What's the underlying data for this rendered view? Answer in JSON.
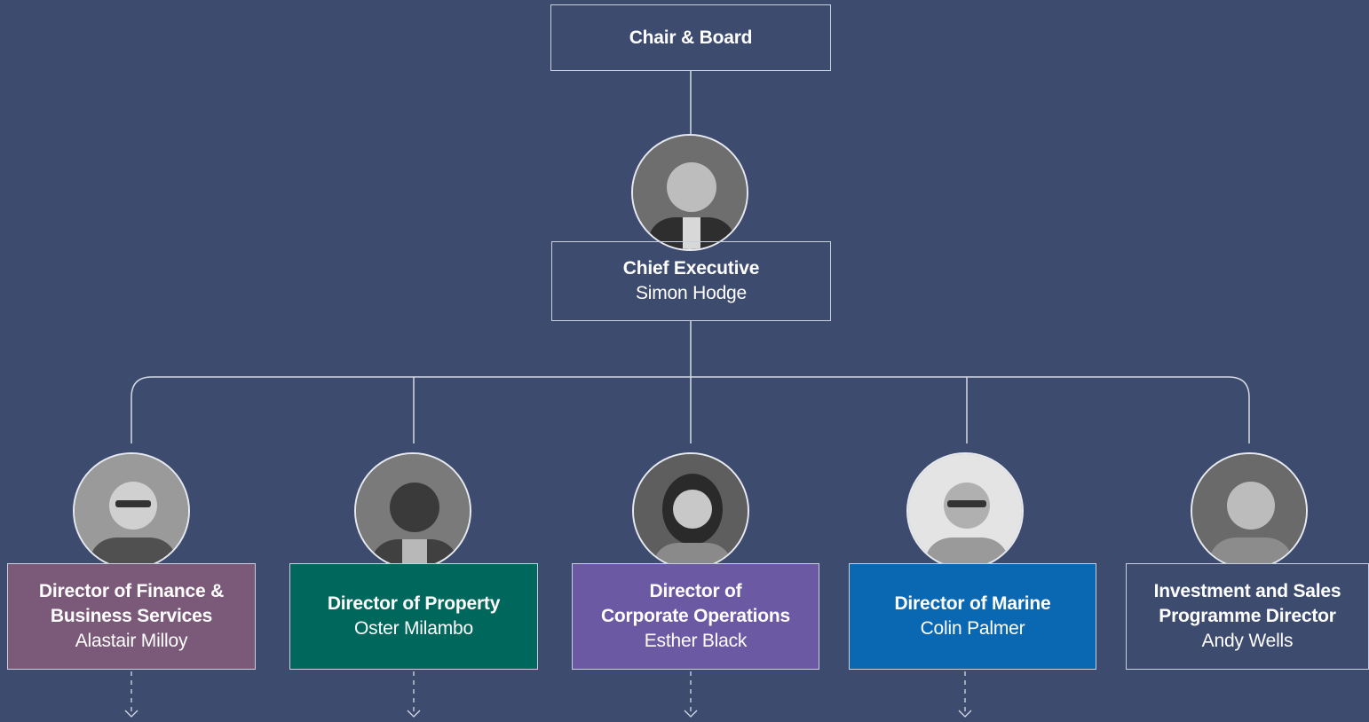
{
  "board": {
    "title": "Chair & Board"
  },
  "chief": {
    "title": "Chief Executive",
    "name": "Simon Hodge",
    "avatar_icon": "portrait-icon"
  },
  "directors": [
    {
      "key": "finance",
      "title_lines": [
        "Director of Finance &",
        "Business Services"
      ],
      "name": "Alastair Milloy",
      "color": "#7a5a78",
      "avatar_icon": "portrait-icon"
    },
    {
      "key": "property",
      "title_lines": [
        "Director of Property"
      ],
      "name": "Oster Milambo",
      "color": "#00675c",
      "avatar_icon": "portrait-icon"
    },
    {
      "key": "corporate-operations",
      "title_lines": [
        "Director of",
        "Corporate Operations"
      ],
      "name": "Esther Black",
      "color": "#6b59a3",
      "avatar_icon": "portrait-icon"
    },
    {
      "key": "marine",
      "title_lines": [
        "Director of Marine"
      ],
      "name": "Colin Palmer",
      "color": "#0a68b3",
      "avatar_icon": "portrait-icon"
    },
    {
      "key": "investment-sales",
      "title_lines": [
        "Investment and Sales",
        "Programme Director"
      ],
      "name": "Andy Wells",
      "color": "#3d4b6e",
      "avatar_icon": "portrait-icon"
    }
  ],
  "colors": {
    "background": "#3d4b6e",
    "line": "#d6dbe6",
    "box_border": "#c9cfdc"
  }
}
